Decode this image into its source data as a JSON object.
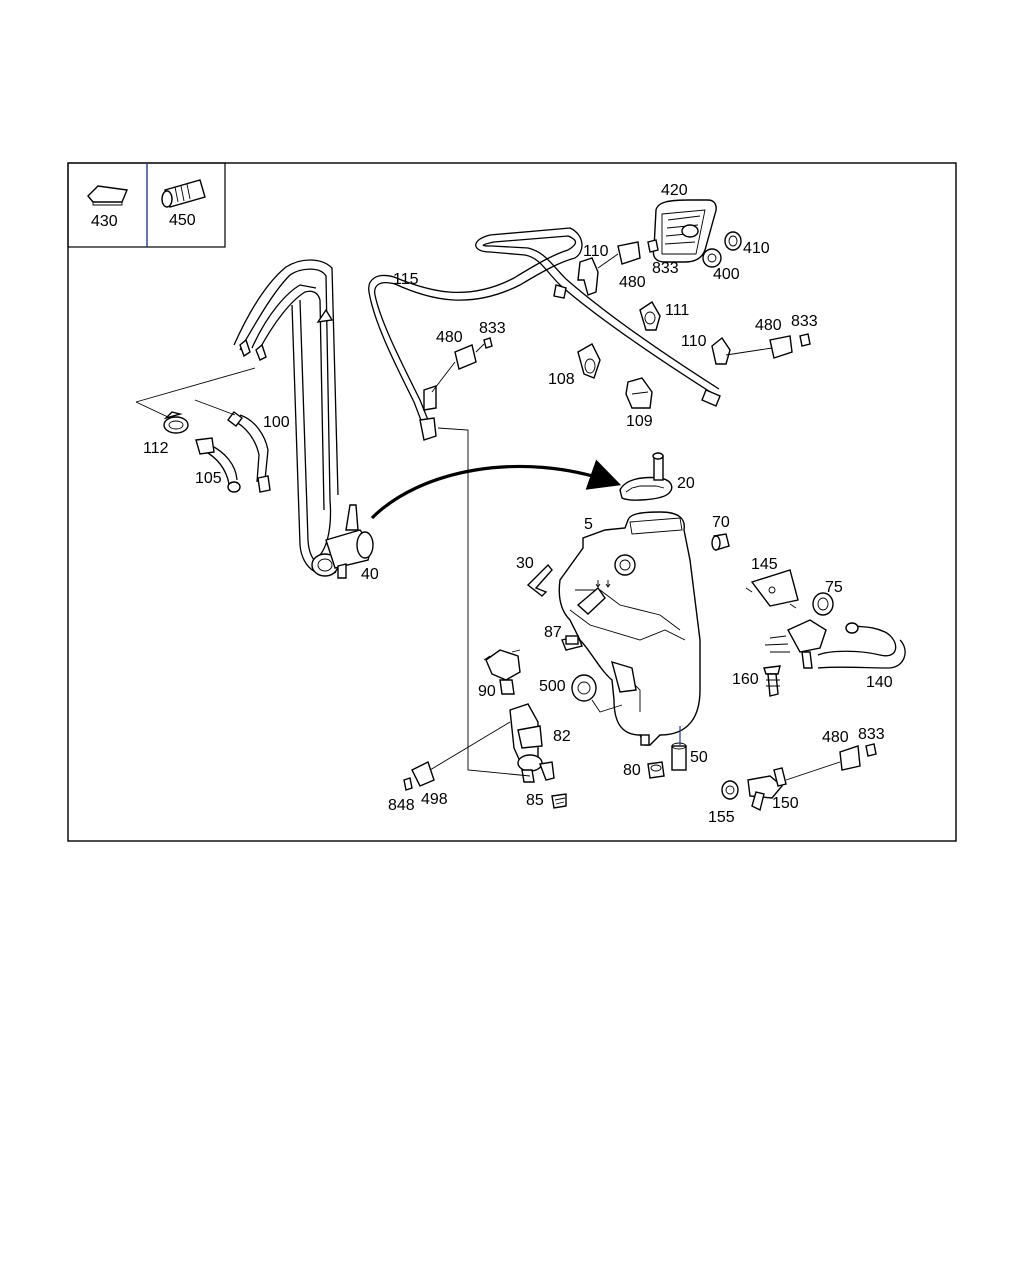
{
  "colors": {
    "line": "#000000",
    "accent_line": "#1f3a8a",
    "background": "#ffffff"
  },
  "legend": [
    {
      "part": "430",
      "icon": "gasket-pad-icon"
    },
    {
      "part": "450",
      "icon": "hose-sleeve-icon"
    }
  ],
  "parts": {
    "p420": "420",
    "p110a": "110",
    "p480a": "480",
    "p833a": "833",
    "p400": "400",
    "p410": "410",
    "p115": "115",
    "p480b": "480",
    "p833b": "833",
    "p111": "111",
    "p110b": "110",
    "p480c": "480",
    "p833c": "833",
    "p108": "108",
    "p109": "109",
    "p100": "100",
    "p112": "112",
    "p105": "105",
    "p40": "40",
    "p20": "20",
    "p5": "5",
    "p70": "70",
    "p30": "30",
    "p145": "145",
    "p75": "75",
    "p87": "87",
    "p90": "90",
    "p500": "500",
    "p160": "160",
    "p140": "140",
    "p82": "82",
    "p50": "50",
    "p480d": "480",
    "p833d": "833",
    "p80": "80",
    "p848": "848",
    "p498": "498",
    "p85": "85",
    "p155": "155",
    "p150": "150"
  }
}
